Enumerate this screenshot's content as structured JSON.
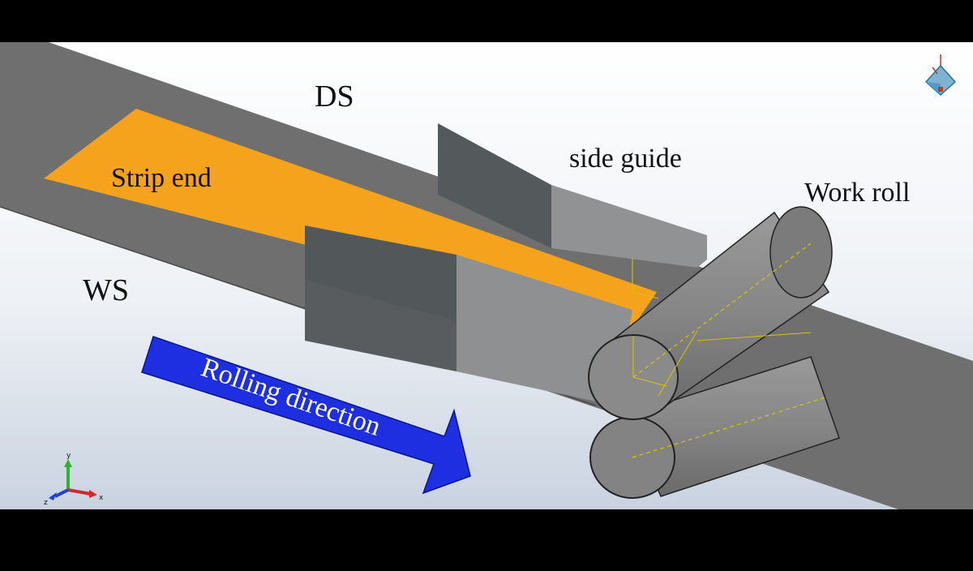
{
  "labels": {
    "ds": "DS",
    "ws": "WS",
    "strip_end": "Strip end",
    "side_guide": "side guide",
    "work_roll": "Work roll",
    "rolling_direction": "Rolling direction"
  },
  "triad": {
    "x": "x",
    "y": "y",
    "z": "z"
  },
  "colors": {
    "strip_end": "#f5a21c",
    "strip": "#6e6e6e",
    "guide_dark": "#53585b",
    "guide_light": "#8f9193",
    "roll": "#808080",
    "arrow": "#1d2fe0",
    "axis_line": "#d9c400"
  },
  "icons": [
    "view-cube-icon",
    "axis-triad-icon"
  ]
}
